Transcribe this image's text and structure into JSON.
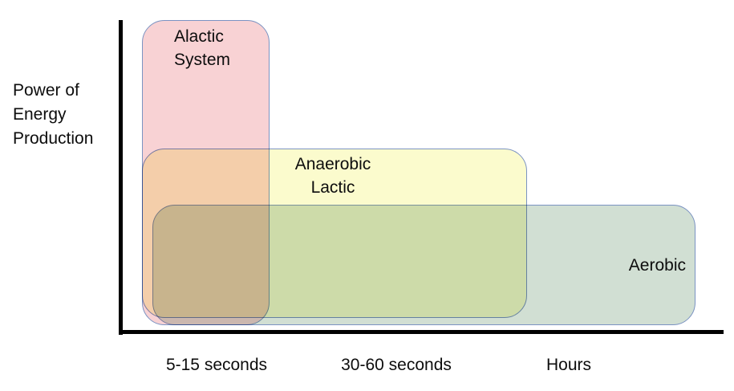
{
  "figure": {
    "y_axis_label": "Power of\nEnergy\nProduction",
    "x_axis_ticks": [
      "5-15 seconds",
      "30-60 seconds",
      "Hours"
    ],
    "systems": [
      {
        "label": "Alactic\nSystem",
        "fill": "#f8d2d4",
        "x_span": "5-15 seconds",
        "power_level": "highest"
      },
      {
        "label": "Anaerobic\nLactic",
        "fill": "#fbfbcd",
        "x_span": "5-15 seconds to 30-60 seconds",
        "power_level": "medium"
      },
      {
        "label": "Aerobic",
        "fill": "#d1dfd3",
        "x_span": "5-15 seconds to Hours",
        "power_level": "lowest"
      }
    ],
    "colors": {
      "outline": "#7b93c2",
      "axis": "#000000",
      "background": "#ffffff",
      "overlap_pink_yellow": "#f4cfaa",
      "overlap_yellow_green": "#cdddа6",
      "overlap_all": "#c5bd85"
    }
  }
}
